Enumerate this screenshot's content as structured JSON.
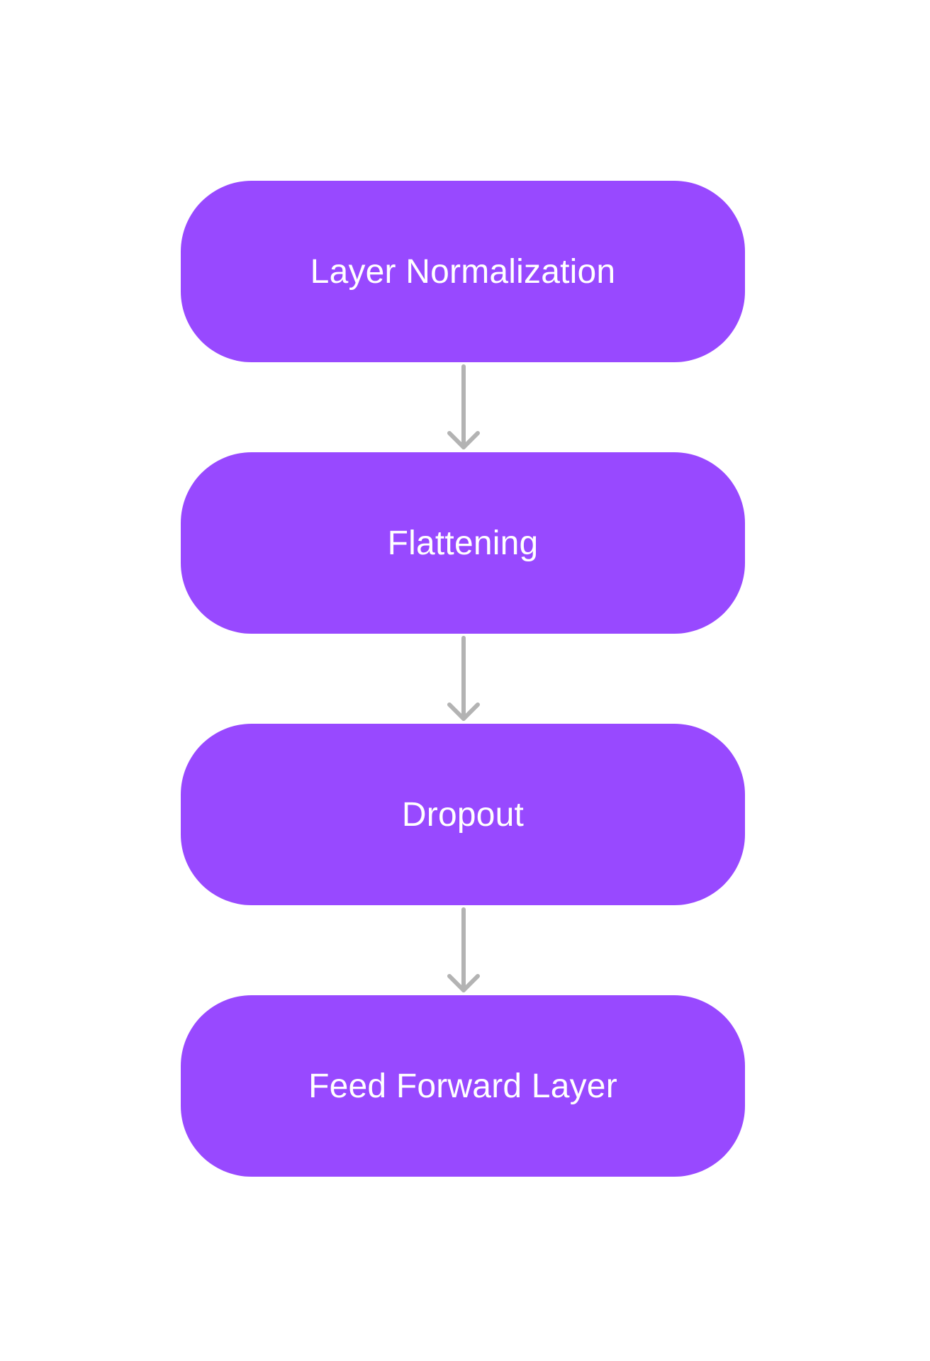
{
  "diagram": {
    "type": "vertical-flowchart",
    "node_color": "#9849FF",
    "arrow_color": "#B3B3B3",
    "text_color": "#FFFFFF",
    "background_color": "#FFFFFF",
    "nodes": [
      {
        "label": "Layer Normalization"
      },
      {
        "label": "Flattening"
      },
      {
        "label": "Dropout"
      },
      {
        "label": "Feed Forward Layer"
      }
    ],
    "edges": [
      {
        "from": "Layer Normalization",
        "to": "Flattening",
        "icon": "arrow-down-icon"
      },
      {
        "from": "Flattening",
        "to": "Dropout",
        "icon": "arrow-down-icon"
      },
      {
        "from": "Dropout",
        "to": "Feed Forward Layer",
        "icon": "arrow-down-icon"
      }
    ]
  }
}
